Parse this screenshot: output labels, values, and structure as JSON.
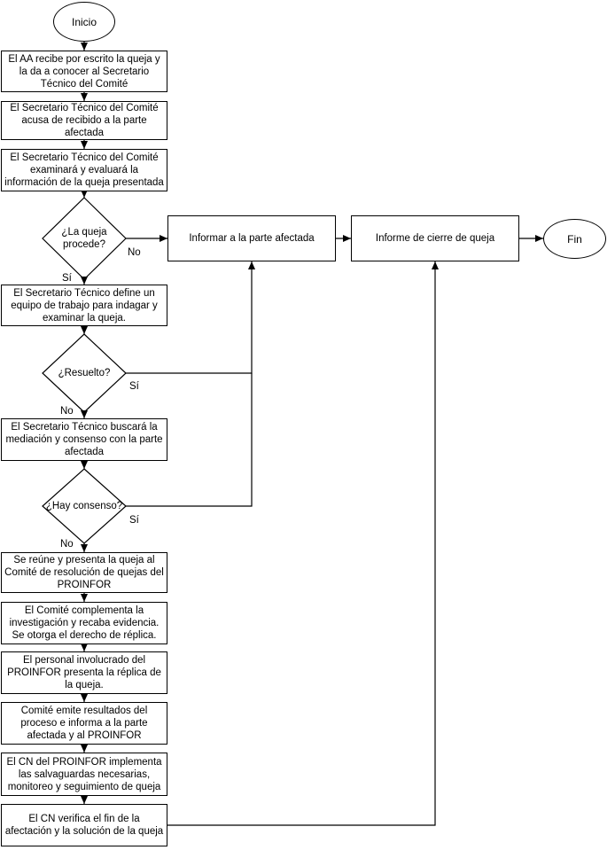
{
  "start": "Inicio",
  "end": "Fin",
  "steps": [
    "El AA recibe por escrito la queja y la da a conocer al Secretario Técnico del Comité",
    "El Secretario Técnico del Comité acusa de recibido a la parte afectada",
    "El Secretario Técnico del Comité examinará y evaluará la información de la queja presentada",
    "El Secretario Técnico define un equipo de trabajo para indagar y examinar la queja.",
    "El Secretario Técnico buscará la mediación y consenso con la parte afectada",
    "Se reúne y presenta la queja al Comité de resolución de quejas del PROINFOR",
    "El Comité complementa la investigación y recaba evidencia. Se otorga el derecho de réplica.",
    "El personal involucrado del PROINFOR presenta la réplica de la queja.",
    "Comité emite resultados del proceso e informa a la parte afectada y al PROINFOR",
    "El CN del PROINFOR implementa las salvaguardas necesarias, monitoreo y seguimiento de queja",
    "El CN verifica el fin de la afectación y la solución de la queja"
  ],
  "decisions": [
    "¿La queja procede?",
    "¿Resuelto?",
    "¿Hay consenso?"
  ],
  "inform_box": "Informar a la parte afectada",
  "closure_box": "Informe de cierre de queja",
  "labels": {
    "procede_no": "No",
    "procede_si": "Sí",
    "resuelto_si": "Sí",
    "resuelto_no": "No",
    "consenso_si": "Sí",
    "consenso_no": "No"
  }
}
